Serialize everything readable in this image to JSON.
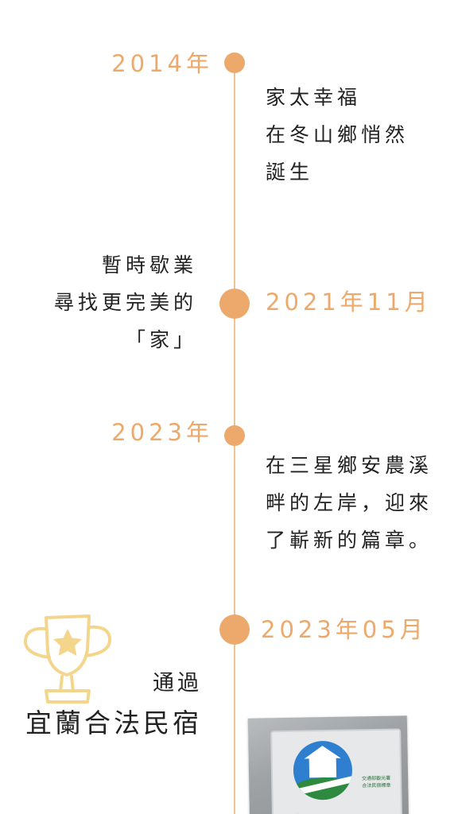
{
  "timeline": {
    "events": [
      {
        "date": "2014年",
        "lines": [
          "家太幸福",
          "在冬山鄉悄然",
          "誕生"
        ]
      },
      {
        "date": "2021年11月",
        "lines": [
          "暫時歇業",
          "尋找更完美的",
          "「家」"
        ]
      },
      {
        "date": "2023年",
        "lines": [
          "在三星鄉安農溪",
          "畔的左岸，迎來",
          "了嶄新的篇章。"
        ]
      },
      {
        "date": "2023年05月",
        "lines": [
          "通過",
          "宜蘭合法民宿"
        ]
      }
    ]
  },
  "photo": {
    "sign_text": "民宿",
    "logo_caption": [
      "交通部觀光署",
      "合法民宿標章"
    ]
  },
  "colors": {
    "accent": "#eca96b",
    "line": "#efc491",
    "text": "#222222",
    "trophy_outline": "#f3d68c",
    "trophy_star": "#f3d68c"
  },
  "icons": {
    "trophy": "trophy-icon",
    "star": "star-icon"
  }
}
